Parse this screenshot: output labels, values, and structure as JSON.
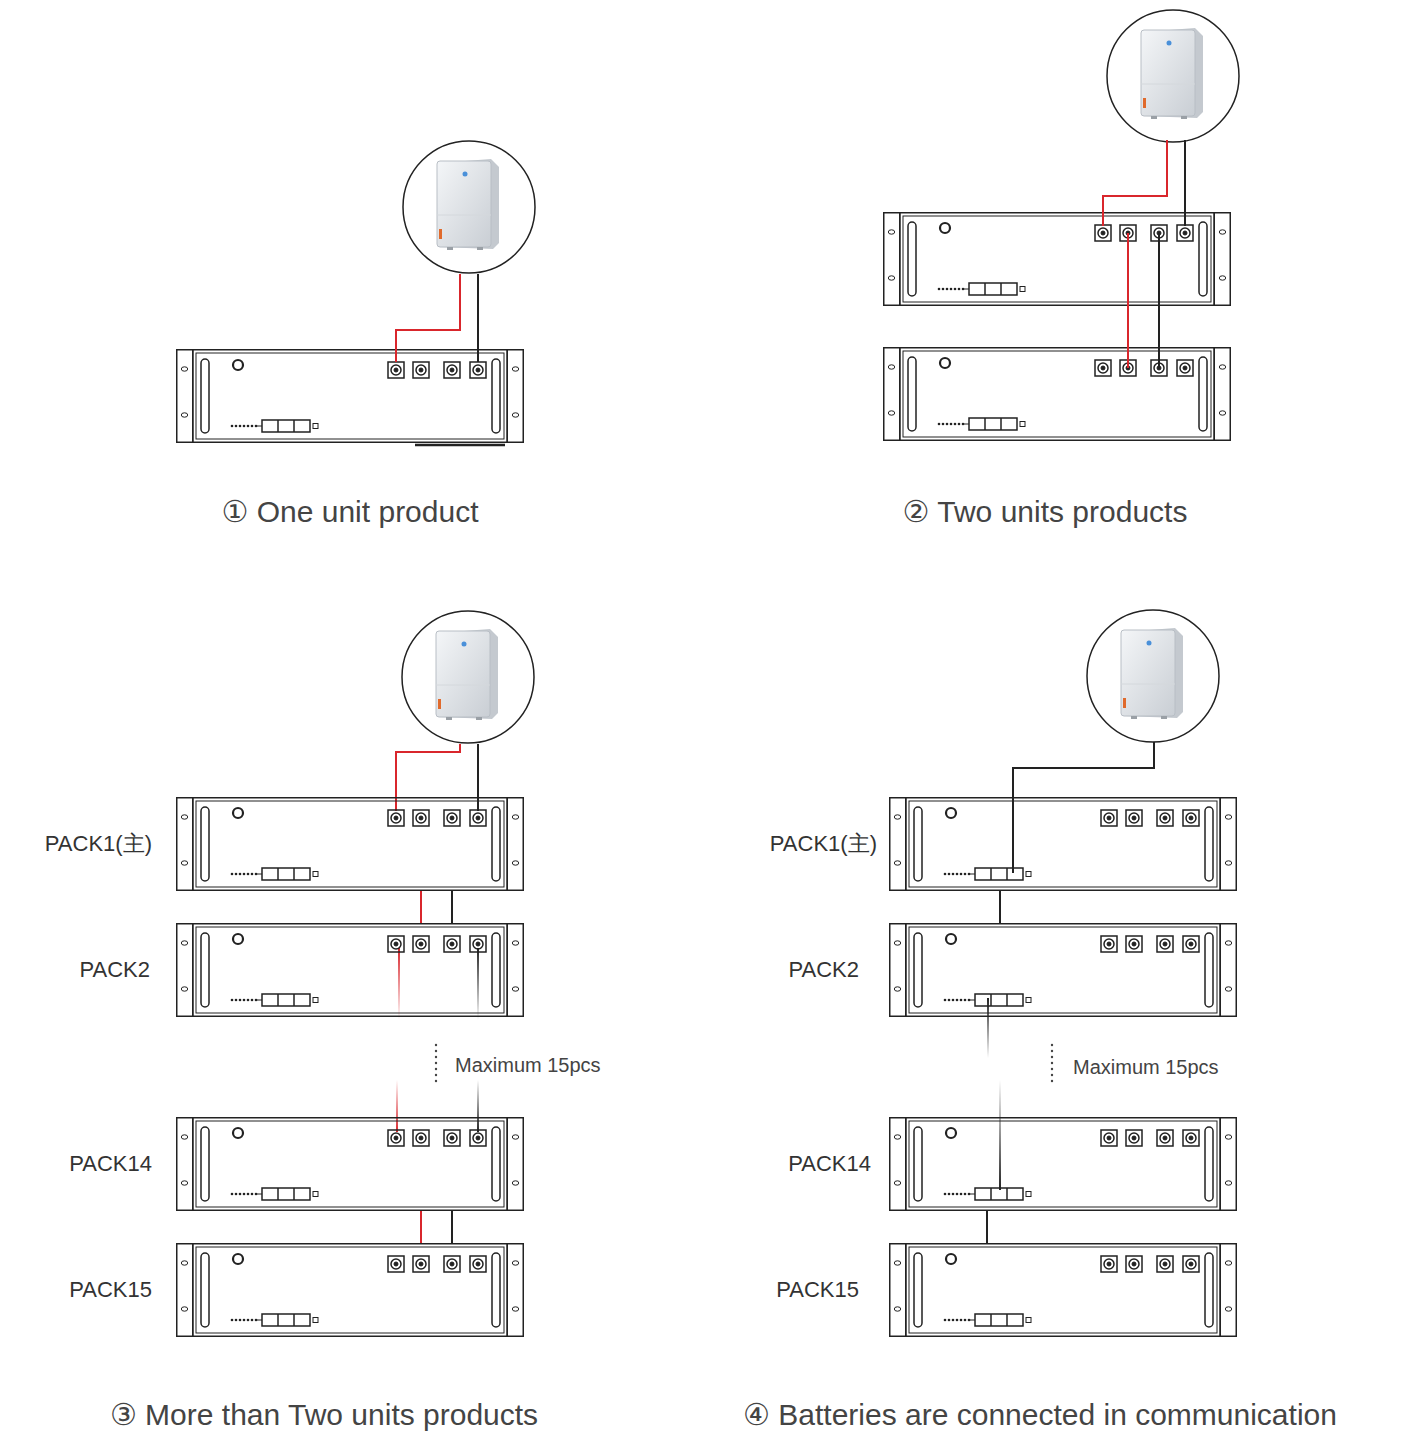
{
  "diagram": {
    "nodes": [
      {
        "text": [
          "PACK1(主)"
        ]
      },
      {
        "text": [
          "PACK2"
        ]
      },
      {
        "text": [
          "PACK14"
        ]
      },
      {
        "text": [
          "PACK15"
        ]
      },
      {
        "text": [
          "PACK1(主)"
        ]
      },
      {
        "text": [
          "PACK2"
        ]
      },
      {
        "text": [
          "PACK14"
        ]
      },
      {
        "text": [
          "PACK15"
        ]
      }
    ],
    "edges": [
      {
        "from": 0,
        "to": 1,
        "arrow": "none"
      },
      {
        "from": 0,
        "to": 1,
        "arrow": "none"
      },
      {
        "from": 2,
        "to": 3,
        "arrow": "none"
      },
      {
        "from": 2,
        "to": 3,
        "arrow": "none"
      },
      {
        "from": 4,
        "to": 5,
        "arrow": "none"
      },
      {
        "from": 6,
        "to": 7,
        "arrow": "none"
      }
    ],
    "labels": [
      "① One unit product",
      "② Two units products",
      "Maximum 15pcs",
      "Maximum 15pcs",
      "③ More than Two units products",
      "④ Batteries are connected in communication"
    ]
  }
}
